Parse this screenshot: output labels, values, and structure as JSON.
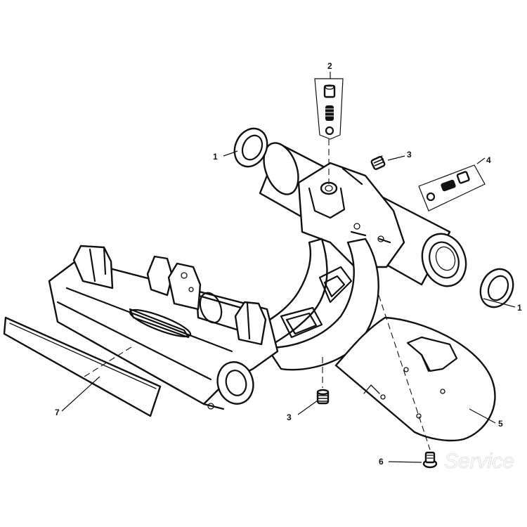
{
  "callouts": [
    {
      "id": "1a",
      "label": "1",
      "part": "seal-ring-left"
    },
    {
      "id": "1b",
      "label": "1",
      "part": "seal-ring-right"
    },
    {
      "id": "2",
      "label": "2",
      "part": "grease-fitting-kit-top"
    },
    {
      "id": "3a",
      "label": "3",
      "part": "plug-upper"
    },
    {
      "id": "3b",
      "label": "3",
      "part": "plug-lower"
    },
    {
      "id": "4",
      "label": "4",
      "part": "grease-fitting-kit-side"
    },
    {
      "id": "5",
      "label": "5",
      "part": "guard-plate"
    },
    {
      "id": "6",
      "label": "6",
      "part": "bolt"
    },
    {
      "id": "7",
      "label": "7",
      "part": "strip"
    }
  ],
  "watermark": "Service"
}
